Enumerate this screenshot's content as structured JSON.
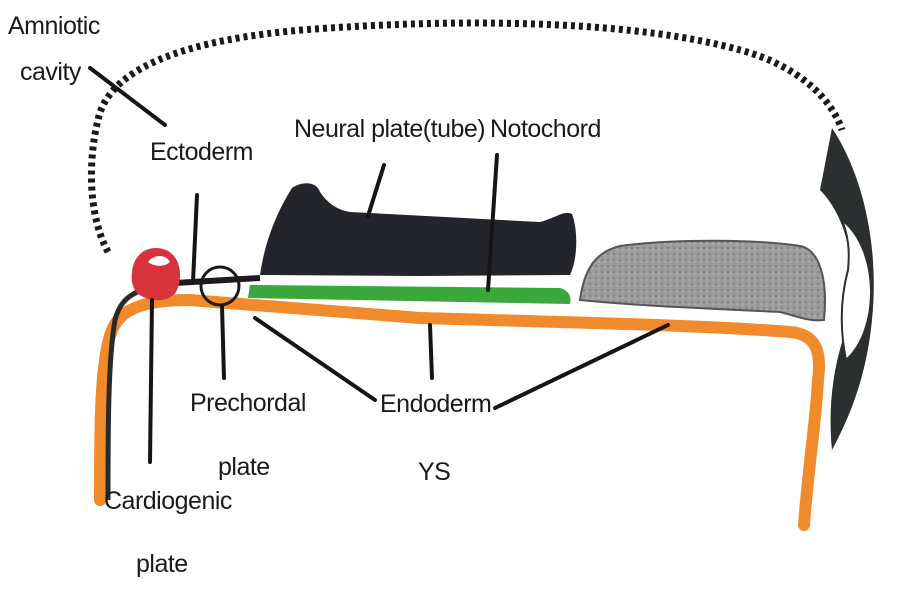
{
  "labels": {
    "amniotic_cavity_line1": "Amniotic",
    "amniotic_cavity_line2": "cavity",
    "ectoderm": "Ectoderm",
    "neural_plate": "Neural plate(tube)",
    "notochord": "Notochord",
    "prechordal_plate_line1": "Prechordal",
    "prechordal_plate_line2": "plate",
    "endoderm": "Endoderm",
    "ys": "YS",
    "cardiogenic_plate_line1": "Cardiogenic",
    "cardiogenic_plate_line2": "plate"
  },
  "colors": {
    "ectoderm_dark": "#23252b",
    "notochord_green": "#3aa83a",
    "endoderm_orange": "#f08a2a",
    "cardiogenic_red": "#d8323c",
    "yolk_sac_gray": "#9a9a9a",
    "membrane_dark": "#2b2f2f"
  }
}
